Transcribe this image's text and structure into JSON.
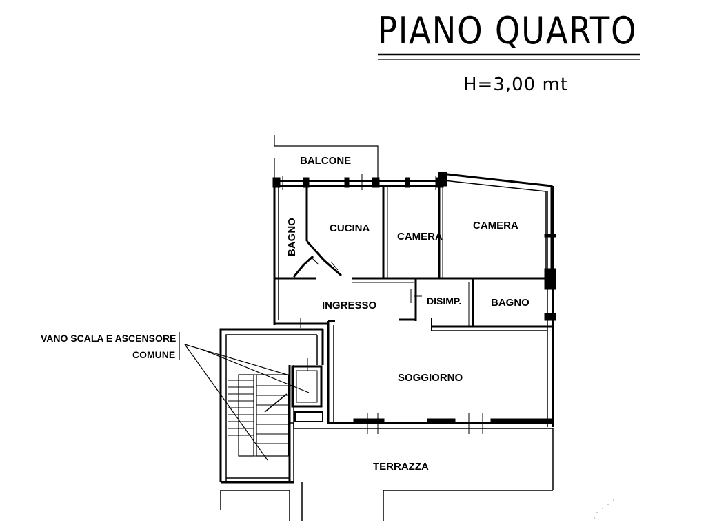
{
  "header": {
    "title": "PIANO  QUARTO",
    "height_note": "H=3,00 mt"
  },
  "rooms": {
    "balcone": "BALCONE",
    "bagno_1": "BAGNO",
    "cucina": "CUCINA",
    "camera_1": "CAMERA",
    "camera_2": "CAMERA",
    "ingresso": "INGRESSO",
    "disimpegno": "DISIMP.",
    "bagno_2": "BAGNO",
    "soggiorno": "SOGGIORNO",
    "terrazza": "TERRAZZA"
  },
  "annotation": {
    "line1": "VANO SCALA E ASCENSORE",
    "line2": "COMUNE"
  },
  "colors": {
    "ink": "#000000",
    "paper": "#ffffff"
  }
}
